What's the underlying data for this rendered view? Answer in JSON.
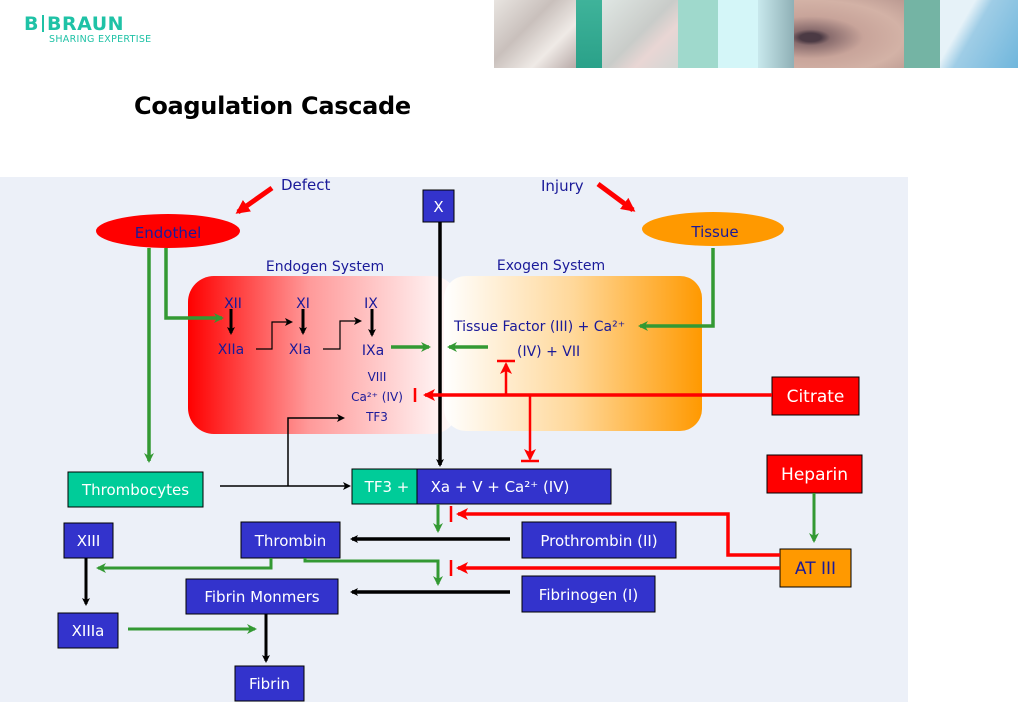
{
  "header": {
    "logo": {
      "brand_left": "B",
      "brand_right": "BRAUN",
      "tagline": "SHARING EXPERTISE"
    },
    "banner": {
      "description": "decorative photo collage banner (medical equipment, face, infusion device)"
    }
  },
  "slide": {
    "title": "Coagulation Cascade"
  },
  "colors": {
    "panel_bg": "#ecf0f8",
    "blue_box": "#3333cc",
    "teal_box": "#00cc99",
    "red": "#ff0000",
    "orange": "#ff9900",
    "green_arrow": "#339933",
    "text_blue": "#1a1a99"
  },
  "diagram": {
    "triggers": {
      "defect": "Defect",
      "injury": "Injury"
    },
    "sources": {
      "endothel": "Endothel",
      "tissue": "Tissue"
    },
    "systems": {
      "endogen": "Endogen System",
      "exogen": "Exogen System"
    },
    "endogen_factors": {
      "xii": "XII",
      "xiia": "XIIa",
      "xi": "XI",
      "xia": "XIa",
      "ix": "IX",
      "ixa": "IXa",
      "cofactors": [
        "VIII",
        "Ca²⁺ (IV)",
        "TF3"
      ]
    },
    "exogen_factors": {
      "line1": "Tissue Factor (III) +  Ca²⁺",
      "line2": "(IV) + VII"
    },
    "factor_x": "X",
    "inhibitors": {
      "citrate": "Citrate",
      "heparin": "Heparin",
      "at3": "AT III"
    },
    "thrombocytes": "Thrombocytes",
    "prothrombinase": {
      "tf3": "TF3 +",
      "complex": "Xa + V + Ca²⁺ (IV)"
    },
    "cascade": {
      "thrombin": "Thrombin",
      "prothrombin": "Prothrombin (II)",
      "fibrinogen": "Fibrinogen (I)",
      "fibrin_monomers": "Fibrin Monmers",
      "xiii": "XIII",
      "xiiia": "XIIIa",
      "fibrin": "Fibrin"
    }
  }
}
